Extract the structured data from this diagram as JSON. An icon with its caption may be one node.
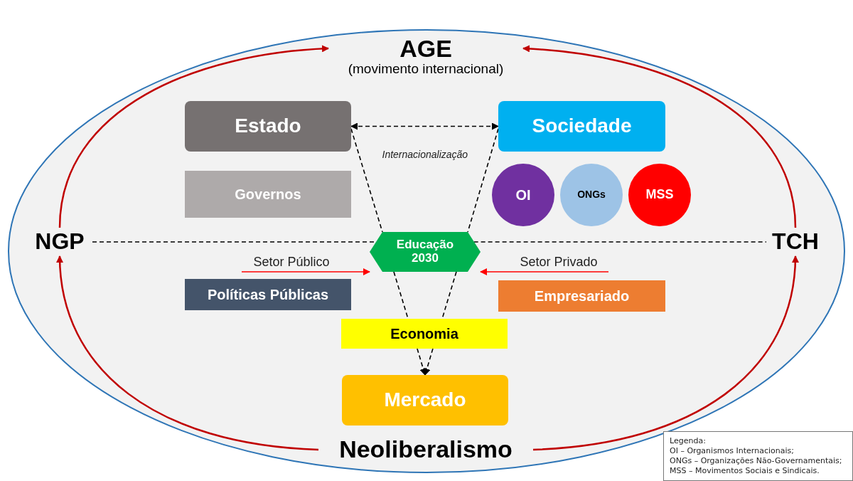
{
  "diagram": {
    "nodes": [
      {
        "text": [
          "AGE",
          "(movimento internacional)"
        ]
      },
      {
        "text": [
          "NGP"
        ]
      },
      {
        "text": [
          "TCH"
        ]
      },
      {
        "text": [
          "Neoliberalismo"
        ]
      },
      {
        "text": [
          "Estado"
        ]
      },
      {
        "text": [
          "Sociedade"
        ]
      },
      {
        "text": [
          "Governos"
        ]
      },
      {
        "text": [
          "OI"
        ]
      },
      {
        "text": [
          "ONGs"
        ]
      },
      {
        "text": [
          "MSS"
        ]
      },
      {
        "text": [
          "Educação 2030"
        ]
      },
      {
        "text": [
          "Setor Público"
        ]
      },
      {
        "text": [
          "Setor Privado"
        ]
      },
      {
        "text": [
          "Políticas Públicas"
        ]
      },
      {
        "text": [
          "Empresariado"
        ]
      },
      {
        "text": [
          "Economia"
        ]
      },
      {
        "text": [
          "Mercado"
        ]
      }
    ],
    "edges": [
      {
        "from": 1,
        "to": 0,
        "arrow": "to",
        "color": "#c00000"
      },
      {
        "from": 2,
        "to": 0,
        "arrow": "to",
        "color": "#c00000"
      },
      {
        "from": 3,
        "to": 1,
        "arrow": "to",
        "color": "#c00000"
      },
      {
        "from": 3,
        "to": 2,
        "arrow": "to",
        "color": "#c00000"
      },
      {
        "from": 4,
        "to": 5,
        "arrow": "both",
        "style": "dashed",
        "label": "Internacionalização"
      },
      {
        "from": 4,
        "to": 10,
        "arrow": "none",
        "style": "dashed"
      },
      {
        "from": 5,
        "to": 10,
        "arrow": "none",
        "style": "dashed"
      },
      {
        "from": 10,
        "to": 15,
        "arrow": "none",
        "style": "dashed"
      },
      {
        "from": 10,
        "to": 15,
        "arrow": "none",
        "style": "dashed"
      },
      {
        "from": 15,
        "to": 16,
        "arrow": "to",
        "style": "dashed"
      },
      {
        "from": 15,
        "to": 16,
        "arrow": "to",
        "style": "dashed"
      },
      {
        "from": 1,
        "to": 10,
        "arrow": "none",
        "style": "dashed"
      },
      {
        "from": 10,
        "to": 2,
        "arrow": "none",
        "style": "dashed"
      },
      {
        "from": 11,
        "to": 10,
        "arrow": "to",
        "color": "#ff0000"
      },
      {
        "from": 12,
        "to": 10,
        "arrow": "to",
        "color": "#ff0000"
      }
    ],
    "labels": [
      "Legenda:",
      "OI – Organismos Internacionais;",
      "ONGs – Organizações Não-Governamentais;",
      "MSS – Movimentos Sociais e Sindicais."
    ]
  }
}
